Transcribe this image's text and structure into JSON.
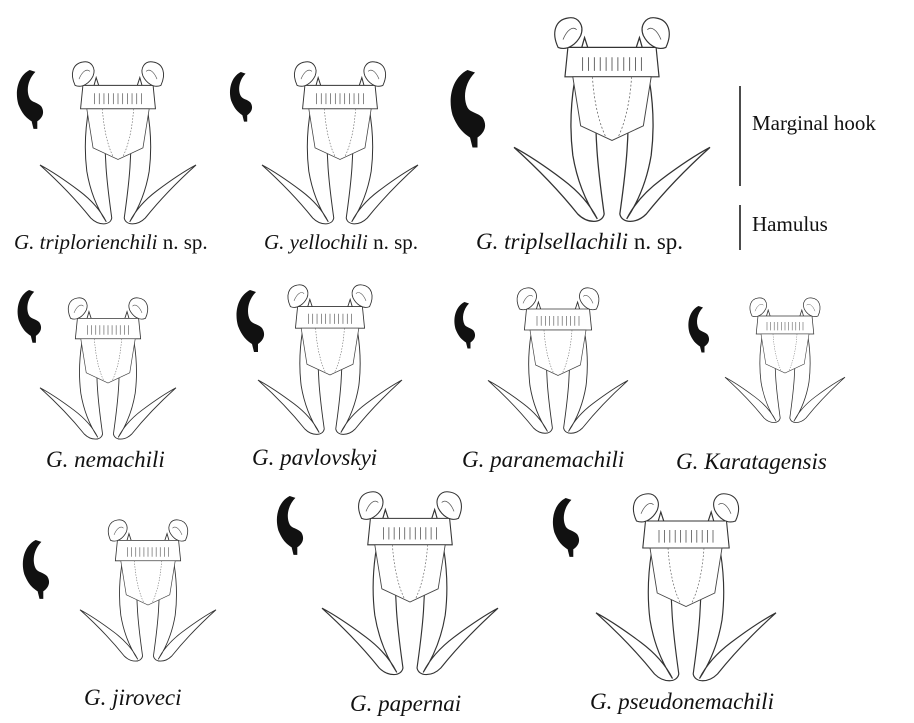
{
  "specimens": [
    {
      "name": "G. triplorienchili",
      "suffix": "n. sp."
    },
    {
      "name": "G. yellochili",
      "suffix": "n. sp."
    },
    {
      "name": "G. triplsellachili",
      "suffix": "n. sp."
    },
    {
      "name": "G. nemachili",
      "suffix": ""
    },
    {
      "name": "G. pavlovskyi",
      "suffix": ""
    },
    {
      "name": "G. paranemachili",
      "suffix": ""
    },
    {
      "name": "G. Karatagensis",
      "suffix": ""
    },
    {
      "name": "G. jiroveci",
      "suffix": ""
    },
    {
      "name": "G. papernai",
      "suffix": ""
    },
    {
      "name": "G. pseudonemachili",
      "suffix": ""
    }
  ],
  "legend": {
    "marginal_hook": "Marginal hook",
    "hamulus": "Hamulus"
  }
}
